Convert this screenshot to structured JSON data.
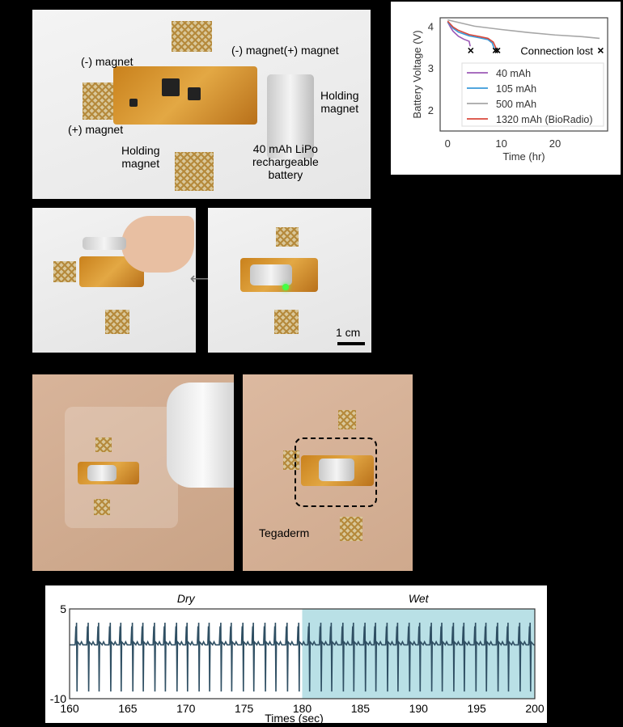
{
  "photo_a": {
    "labels": {
      "neg_magnet_left": "(-) magnet",
      "pos_magnet_left": "(+) magnet",
      "holding_magnet_left": "Holding\nmagnet",
      "magnets_battery": "(-) magnet(+) magnet",
      "holding_magnet_right": "Holding\nmagnet",
      "battery": "40 mAh LiPo\nrechargeable\nbattery"
    }
  },
  "photo_b": {
    "scale_bar": "1 cm"
  },
  "photo_c": {
    "tegaderm": "Tegaderm"
  },
  "chart_data": [
    {
      "type": "line",
      "xlabel": "Time (hr)",
      "ylabel": "Battery Voltage (V)",
      "xlim": [
        -1.4,
        29.8
      ],
      "ylim": [
        1.5,
        4.2
      ],
      "xticks": [
        "0",
        "10",
        "20"
      ],
      "yticks": [
        "2",
        "3",
        "4"
      ],
      "grid": false,
      "legend": "center-right",
      "annotation": "Connection lost",
      "connection_lost_points": [
        [
          4.3,
          3.42
        ],
        [
          8.9,
          3.42
        ],
        [
          9.3,
          3.42
        ],
        [
          28.5,
          3.42
        ]
      ],
      "series": [
        {
          "name": "40 mAh",
          "color": "#9b59b6",
          "x": [
            0,
            0.5,
            1,
            2,
            3,
            4,
            4.2
          ],
          "y": [
            4.1,
            3.98,
            3.88,
            3.76,
            3.69,
            3.64,
            3.52
          ]
        },
        {
          "name": "105 mAh",
          "color": "#3a9ad9",
          "x": [
            0,
            1,
            2,
            4,
            6,
            7.5,
            8.3,
            8.7
          ],
          "y": [
            4.1,
            3.95,
            3.86,
            3.77,
            3.72,
            3.68,
            3.6,
            3.45
          ]
        },
        {
          "name": "500 mAh",
          "color": "#a6a6a6",
          "x": [
            0,
            5,
            10,
            15,
            20,
            25,
            28.3
          ],
          "y": [
            4.15,
            4.0,
            3.92,
            3.85,
            3.79,
            3.75,
            3.71
          ]
        },
        {
          "name": "1320 mAh (BioRadio)",
          "color": "#d9483b",
          "x": [
            0,
            1,
            2,
            4,
            6,
            7.5,
            8.5,
            9.1
          ],
          "y": [
            4.12,
            3.98,
            3.9,
            3.8,
            3.75,
            3.71,
            3.62,
            3.45
          ]
        }
      ]
    },
    {
      "type": "line",
      "xlabel": "Times (sec)",
      "ylabel": "",
      "xlim": [
        160,
        200
      ],
      "ylim": [
        -10,
        5
      ],
      "xticks": [
        "160",
        "165",
        "170",
        "175",
        "180",
        "185",
        "190",
        "195",
        "200"
      ],
      "yticks": [
        "5",
        "-10"
      ],
      "regions": [
        {
          "label": "Dry",
          "from": 160,
          "to": 180
        },
        {
          "label": "Wet",
          "from": 180,
          "to": 200,
          "color": "#b9e0e6"
        }
      ],
      "line_color": "#2f4f63",
      "baseline": -1,
      "r_peak": 2.7,
      "s_trough": -8.8,
      "beat_times": [
        160.6,
        161.6,
        162.5,
        163.5,
        164.4,
        165.4,
        166.3,
        167.3,
        168.2,
        169.2,
        170.1,
        171.1,
        172.0,
        173.0,
        173.9,
        174.9,
        175.8,
        176.8,
        177.7,
        178.7,
        179.7,
        180.6,
        181.6,
        182.5,
        183.5,
        184.4,
        185.4,
        186.3,
        187.3,
        188.2,
        189.2,
        190.1,
        191.1,
        192.0,
        193.0,
        193.9,
        194.9,
        195.8,
        196.8,
        197.7,
        198.7,
        199.6
      ]
    }
  ]
}
